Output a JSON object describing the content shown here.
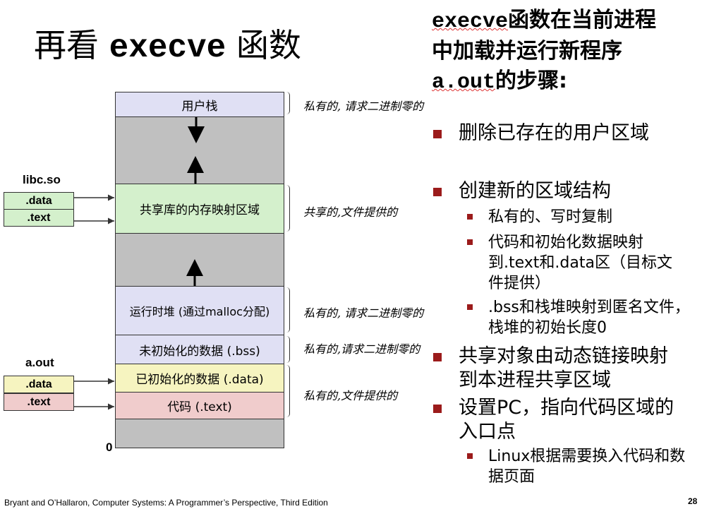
{
  "title": {
    "prefix": "再看 ",
    "code": "execve",
    "suffix": " 函数"
  },
  "diagram": {
    "blocks": {
      "user_stack": "用户栈",
      "shared_lib": "共享库的内存映射区域",
      "heap": "运行时堆 (通过malloc分配)",
      "bss": "未初始化的数据 (.bss)",
      "data": "已初始化的数据 (.data)",
      "text": "代码 (.text)"
    },
    "zero": "0",
    "libc": {
      "label": "libc.so",
      "data": ".data",
      "text": ".text"
    },
    "aout": {
      "label": "a.out",
      "data": ".data",
      "text": ".text"
    },
    "notes": {
      "stack": "私有的, 请求二进制零的",
      "shared": "共享的,文件提供的",
      "heap": "私有的, 请求二进制零的",
      "bss": "私有的,请求二进制零的",
      "data_text": "私有的,文件提供的"
    }
  },
  "heading": {
    "code1": "execve",
    "line1": "函数在当前进程",
    "line2": "中加载并运行新程序",
    "code2": "a.out",
    "line3": "的步骤:"
  },
  "bullets": [
    {
      "text": "删除已存在的用户区域"
    },
    {
      "text": "创建新的区域结构",
      "sub": [
        "私有的、写时复制",
        "代码和初始化数据映射到.text和.data区（目标文件提供）",
        ".bss和栈堆映射到匿名文件， 栈堆的初始长度0"
      ]
    },
    {
      "text": "共享对象由动态链接映射到本进程共享区域"
    },
    {
      "text": "设置PC，指向代码区域的入口点",
      "sub": [
        "Linux根据需要换入代码和数据页面"
      ]
    }
  ],
  "footer": "Bryant and O’Hallaron, Computer Systems: A Programmer’s Perspective, Third Edition",
  "page_number": "28",
  "colors": {
    "bullet": "#9b1b1b",
    "gray": "#c0c0c0",
    "lavender": "#e0e0f4",
    "green": "#d4f0cc",
    "yellow": "#f6f4c0",
    "pink": "#f0cccc"
  }
}
